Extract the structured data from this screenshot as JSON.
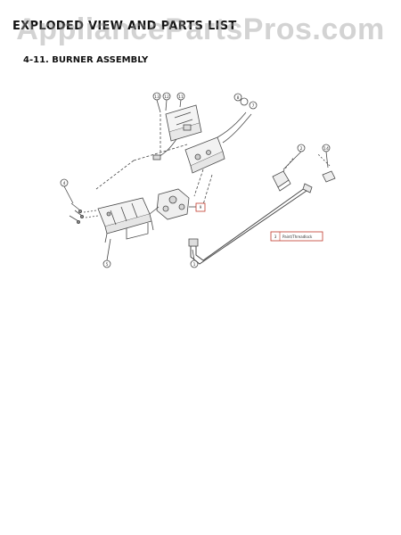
{
  "header": {
    "title": "EXPLODED VIEW AND PARTS LIST",
    "section": "4-11. BURNER ASSEMBLY"
  },
  "watermark": {
    "text": "AppliancePartsPros.com"
  },
  "callouts": {
    "main_number": "9",
    "note_number": "3",
    "note_text": "Paint/Threadlock"
  },
  "part_numbers": [
    "13",
    "12",
    "11",
    "8",
    "7",
    "4",
    "5",
    "1",
    "2",
    "14"
  ],
  "colors": {
    "line": "#4a4a4a",
    "callout_border": "#c0392b",
    "watermark": "#969696"
  }
}
